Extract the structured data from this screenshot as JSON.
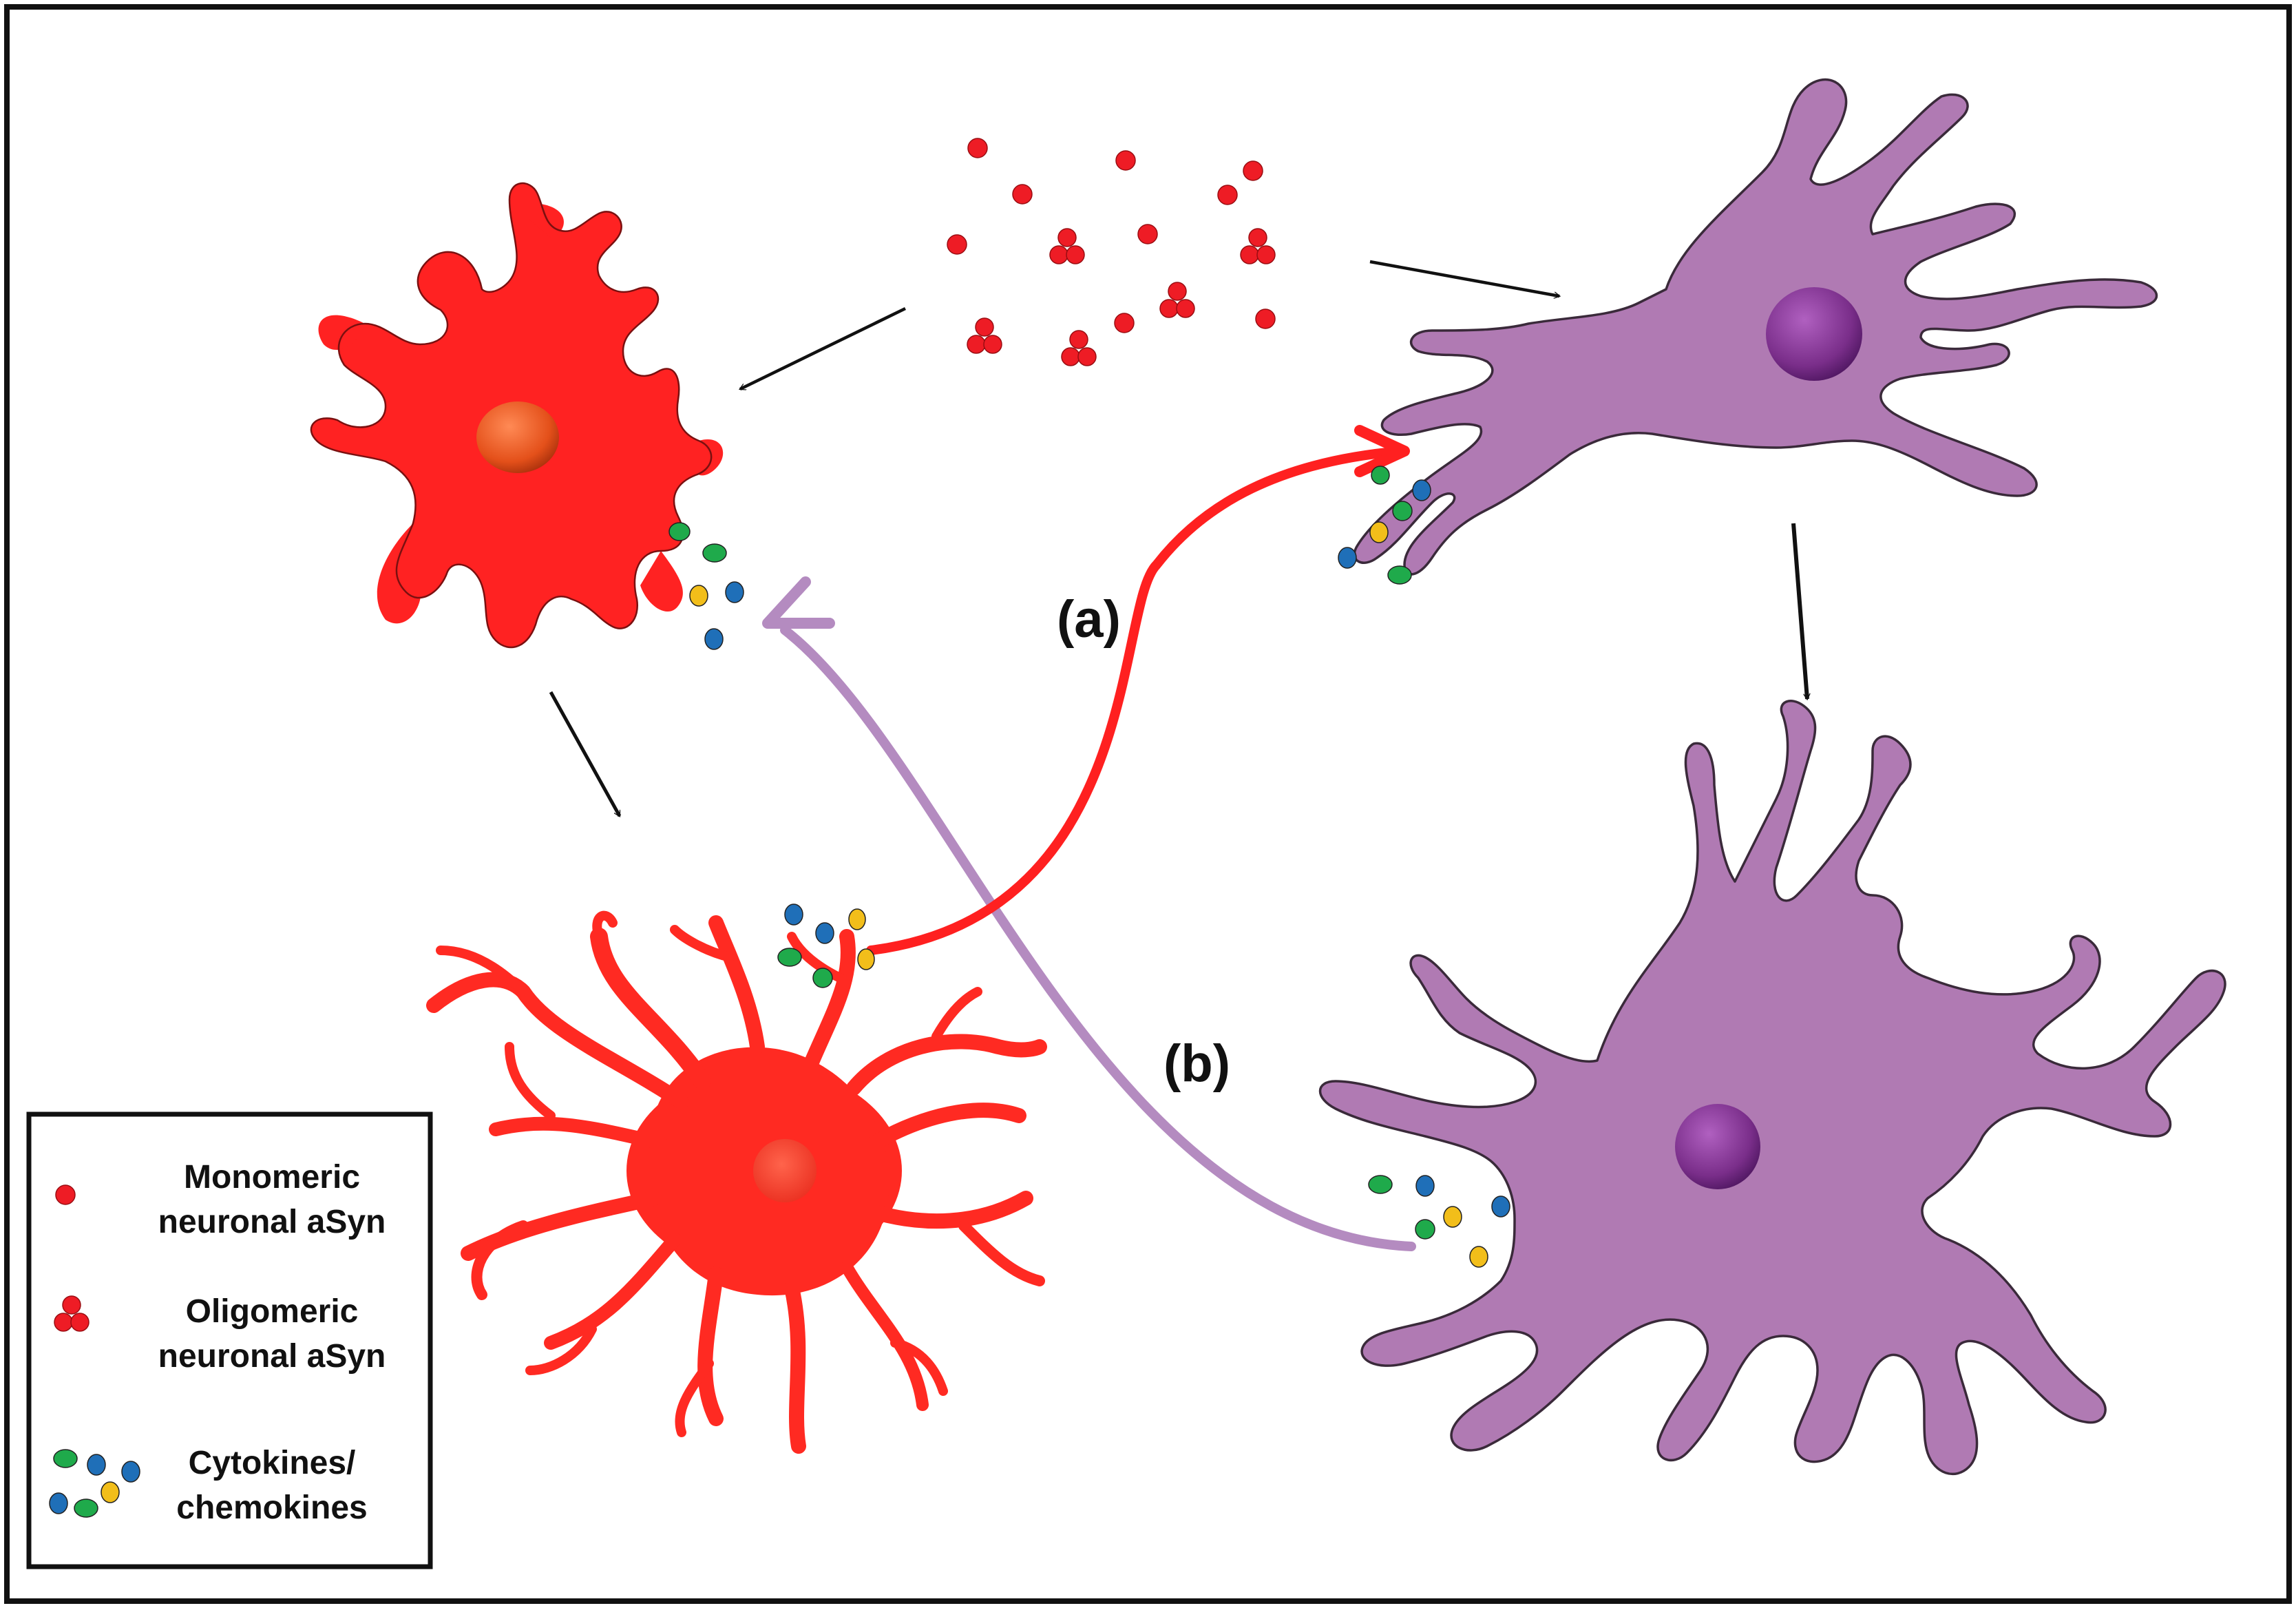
{
  "labels": {
    "a": "(a)",
    "b": "(b)"
  },
  "legend": {
    "items": [
      {
        "icon": "monomer-icon",
        "line1": "Monomeric",
        "line2": "neuronal aSyn"
      },
      {
        "icon": "oligomer-icon",
        "line1": "Oligomeric",
        "line2": "neuronal aSyn"
      },
      {
        "icon": "cytokine-cluster-icon",
        "line1": "Cytokines/",
        "line2": "chemokines"
      }
    ]
  },
  "colors": {
    "microglia": "#ff2222",
    "microglia_nucleus": "#e8501a",
    "astrocyte": "#b07ab3",
    "astrocyte_nucleus": "#7a2e8a",
    "asyn": "#ee1c25",
    "cytokine_green": "#1faa4b",
    "cytokine_blue": "#1f6fb8",
    "cytokine_yellow": "#f2be1a",
    "arrow_black": "#111111",
    "arrow_red": "#ff2020",
    "arrow_purple": "#b48bc0"
  }
}
